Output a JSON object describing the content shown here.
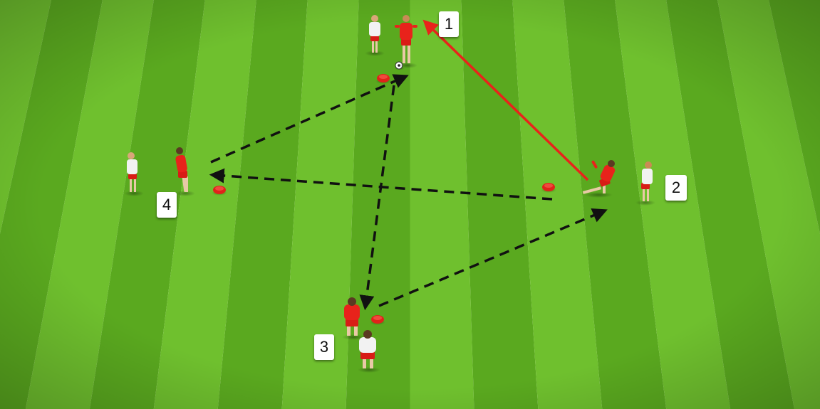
{
  "diagram": {
    "labels": [
      "1",
      "2",
      "3",
      "4"
    ],
    "colors": {
      "grass_light": "#6fc02e",
      "grass_dark": "#5aa91f",
      "red_team": "#e8231b",
      "white_team": "#f2f2f2",
      "shorts_red": "#d81c16",
      "cone": "#e0231a",
      "pass_solid": "#e8231b",
      "pass_dashed": "#111111"
    },
    "elements": {
      "player_red": "red-player",
      "player_white": "white-player",
      "cone": "cone",
      "ball": "ball"
    }
  }
}
